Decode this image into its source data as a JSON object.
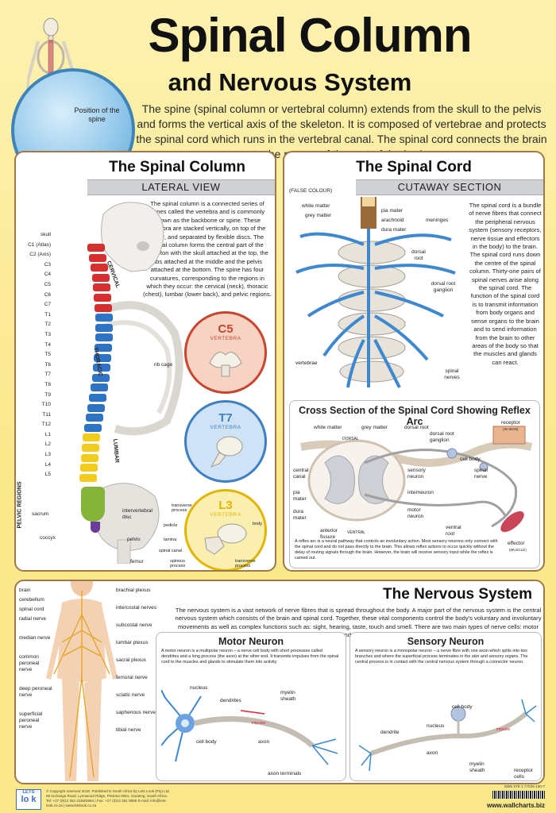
{
  "header": {
    "title": "Spinal Column",
    "subtitle": "and Nervous System",
    "intro": "The spine (spinal column or vertebral column) extends from the skull to the pelvis and forms the vertical axis of the skeleton. It is composed of vertebrae and protects the spinal cord which runs in the vertebral canal. The spinal cord connects the brain to the nerves of the rest of the body.",
    "globe_label": "Position of the spine"
  },
  "spinal_column": {
    "title": "The Spinal Column",
    "band": "LATERAL VIEW",
    "text": "The spinal column is a connected series of bones called the vertebra and is commonly known as the backbone or spine. These vertebra are stacked vertically, on top of the other, and separated by flexible discs. The spinal column forms the central part of the skeleton with the skull attached at the top, the ribs attached at the middle and the pelvis attached at the bottom. The spine has four curvatures, corresponding to the regions in which they occur: the cervical (neck), thoracic (chest), lumbar (lower back), and pelvic regions.",
    "vertebra_labels": [
      "skull",
      "C1 (Atlas)",
      "C2 (Axis)",
      "C3",
      "C4",
      "C5",
      "C6",
      "C7",
      "T1",
      "T2",
      "T3",
      "T4",
      "T5",
      "T6",
      "T7",
      "T8",
      "T9",
      "T10",
      "T11",
      "T12",
      "L1",
      "L2",
      "L3",
      "L4",
      "L5"
    ],
    "region_labels": {
      "cervical": "CERVICAL",
      "thoracic": "THORACIC",
      "lumbar": "LUMBAR",
      "pelvic": "PELVIC REGIONS"
    },
    "other_labels": {
      "rib_cage": "rib cage",
      "sacrum": "sacrum",
      "coccyx": "coccyx",
      "intervertebral_disc": "intervertebral disc",
      "pelvis": "pelvis",
      "femur": "femur"
    },
    "badges": [
      {
        "title": "C5",
        "sub": "VERTEBRA",
        "color": "#c8452e",
        "fill": "#f6d3c2"
      },
      {
        "title": "T7",
        "sub": "VERTEBRA",
        "color": "#3f7fc1",
        "fill": "#cfe3f6"
      },
      {
        "title": "L3",
        "sub": "VERTEBRA",
        "color": "#e0b600",
        "fill": "#fbefb0"
      }
    ],
    "l3_labels": {
      "transverse_process": "transverse process",
      "body": "body",
      "pedicle": "pedicle",
      "lamina": "lamina",
      "spinal_canal": "spinal canal",
      "spinous_process": "spinous process",
      "transverse_process2": "transverse process"
    }
  },
  "spinal_cord": {
    "title": "The Spinal Cord",
    "band": "CUTAWAY SECTION",
    "false_colour": "(FALSE COLOUR)",
    "labels": {
      "white_matter": "white matter",
      "grey_matter": "grey matter",
      "pia_mater": "pia mater",
      "arachnoid": "arachnoid",
      "dura_mater": "dura mater",
      "meninges": "meninges",
      "dorsal_root": "dorsal root",
      "dorsal_root_ganglion": "dorsal root ganglion",
      "vertebrae": "vertebrae",
      "spinal_nerves": "spinal nerves"
    },
    "text": "The spinal cord is a bundle of nerve fibres that connect the peripheral nervous system (sensory receptors, nerve tissue and effectors in the body) to the brain. The spinal cord runs down the centre of the spinal column. Thirty-one pairs of spinal nerves arise along the spinal cord. The function of the spinal cord is to transmit information from body organs and sense organs to the brain and to send information from the brain to other areas of the body so that the muscles and glands can react."
  },
  "reflex_arc": {
    "title": "Cross Section of the Spinal Cord Showing Reflex Arc",
    "labels": {
      "white_matter": "white matter",
      "grey_matter": "grey matter",
      "dorsal": "DORSAL",
      "dorsal_root": "dorsal root",
      "dorsal_root_ganglion": "dorsal root ganglion",
      "receptor": "receptor",
      "receptor_sub": "(IN SKIN)",
      "cell_body": "cell body",
      "spinal_nerve": "spinal nerve",
      "central_canal": "central canal",
      "sensory_neuron": "sensory neuron",
      "interneuron": "interneuron",
      "pia_mater": "pia mater",
      "dura_mater": "dura mater",
      "motor_neuron": "motor neuron",
      "anterior_fissure": "anterior fissure",
      "ventral": "VENTRAL",
      "ventral_root": "ventral root",
      "effector": "effector",
      "effector_sub": "(MUSCLE)"
    },
    "text": "A reflex arc is a neural pathway that controls an involuntary action. Most sensory neurons only connect with the spinal cord and do not pass directly to the brain. This allows reflex actions to occur quickly without the delay of routing signals through the brain. However, the brain will receive sensory input while the reflex is carried out."
  },
  "nervous_system": {
    "title": "The Nervous System",
    "text": "The nervous system is a vast network of nerve fibres that is spread throughout the body. A major part of the nervous system is the central nervous system which consists of the brain and spinal cord. Together, these vital components control the body's voluntary and involuntary movements as well as complex functions such as: sight, hearing, taste, touch and smell. There are two main types of nerve cells: motor neurons and sensory neurons.",
    "body_labels_left": [
      "brain",
      "cerebellum",
      "spinal cord",
      "radial nerve",
      "median nerve",
      "common peroneal nerve",
      "deep peroneal nerve",
      "superficial peroneal nerve"
    ],
    "body_labels_right": [
      "brachial plexus",
      "intercostal nerves",
      "subcostal nerve",
      "lumbar plexus",
      "sacral plexus",
      "femoral nerve",
      "sciatic nerve",
      "saphenous nerve",
      "tibial nerve"
    ],
    "motor": {
      "title": "Motor Neuron",
      "text": "A motor neuron is a multipolar neuron – a nerve cell body with short processes called dendrites and a long process (the axon) at the other end. It transmits impulses from the spinal cord to the muscles and glands to stimulate them into activity.",
      "labels": {
        "nucleus": "nucleus",
        "dendrites": "dendrites",
        "myelin_sheath": "myelin sheath",
        "cell_body": "cell body",
        "axon": "axon",
        "impulse": "impulse",
        "axon_terminals": "axon terminals"
      }
    },
    "sensory": {
      "title": "Sensory Neuron",
      "text": "A sensory neuron is a monopolar neuron – a nerve fibre with one axon which splits into two branches and where the superficial process terminates in the skin and sensory organs. The central process is in contact with the central nervous system through a connector neuron.",
      "labels": {
        "cell_body": "cell body",
        "nucleus": "nucleus",
        "dendrite": "dendrite",
        "axon": "axon",
        "myelin_sheath": "myelin sheath",
        "receptor_cells": "receptor cells",
        "impulse": "impulse"
      }
    }
  },
  "footer": {
    "logo_top": "LETS",
    "logo_bottom": "lo k",
    "copyright": "© Copyright reserved 2016. Published in South Africa by Lets Look (Pty) Ltd. 59 Inchanga Road, Lynnwood Ridge, Pretoria 0081, Gauteng, South Africa. Tel: +27 (0)12 361 3159/3684 | Fax: +27 (0)12 361 8686 E-mail: info@lets-look.co.za | www.letslook.co.za",
    "isbn": "ISBN 978-1-77025-130-7",
    "website": "www.wallcharts.biz"
  },
  "colors": {
    "cervical": "#d62f2f",
    "thoracic": "#2f73c4",
    "lumbar": "#f1cc1d",
    "sacrum": "#86b33a",
    "coccyx": "#6b3c99",
    "nerve": "#3d88cf",
    "panel_border": "#a0784a"
  }
}
